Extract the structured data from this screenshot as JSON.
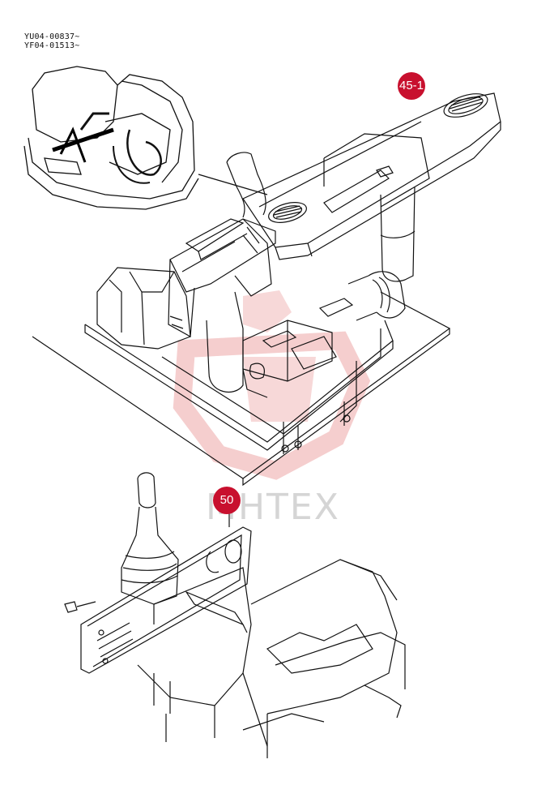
{
  "serials": [
    "YU04-00837~",
    "YF04-01513~"
  ],
  "callouts": [
    {
      "label": "45-1",
      "color": "#c8102e"
    },
    {
      "label": "50",
      "color": "#c8102e"
    }
  ],
  "watermark": {
    "text": "MHTEX",
    "color": "#c8c8c8"
  },
  "colors": {
    "line": "#111111",
    "background": "#ffffff",
    "logo_tint": "#f3c2c2"
  }
}
